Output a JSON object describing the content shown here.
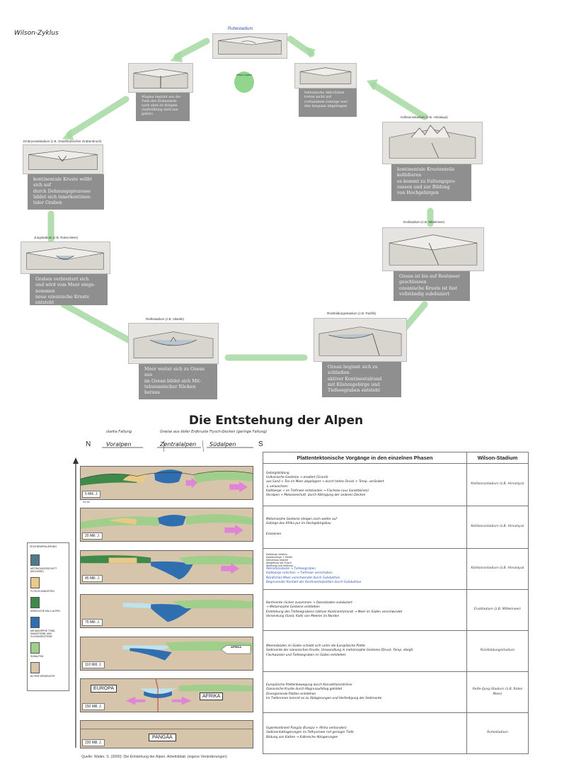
{
  "page": {
    "heading": "Wilson-Zyklus",
    "center_note": "Wilson-Zyklus"
  },
  "stages": [
    {
      "name": "Ruhestadium",
      "caption": []
    },
    {
      "name": "",
      "caption": [
        "Magma beginnt aus der",
        "Tiefe des Erdmantels",
        "nach oben zu dringen",
        "(Aufwölbung wird aus-",
        "gelöst)"
      ]
    },
    {
      "name": "",
      "caption": [
        "tektonische Aktivitäten",
        "treten nicht auf",
        "vorhandene Gebirge wer-",
        "den langsam abgetragen"
      ]
    },
    {
      "name": "Embryonalstadium (z.B. Ostafrikanischer Grabenbruch)",
      "caption": [
        "kontinentale Kruste wölbt",
        "sich auf",
        "durch Dehnungsprozesse",
        "bildet sich innerkontinen-",
        "taler Graben"
      ]
    },
    {
      "name": "Kollisionsstadium (z.B. Himalaya)",
      "caption": [
        "kontinentale Krustenteile",
        "kollidieren",
        "es kommt zu Faltungspro-",
        "zessen und zur Bildung",
        "von Hochgebirgen"
      ]
    },
    {
      "name": "Jungstadium (z.B. Rotes Meer)",
      "caption": [
        "Graben verbreitert sich",
        "und wird vom Meer einge-",
        "nommen",
        "neue ozeanische Kruste",
        "entsteht"
      ]
    },
    {
      "name": "Endstadium (z.B. Mittelmeer)",
      "caption": [
        "Ozean ist bis auf Restmeer",
        "geschlossen",
        "ozeanische Kruste ist fast",
        "vollständig subduziert"
      ]
    },
    {
      "name": "Reifestadium (z.B. Atlantik)",
      "caption": [
        "Meer weitet sich zu Ozean",
        "aus",
        "im Ozean bildet sich Mit-",
        "telozeanischer Rücken",
        "heraus"
      ]
    },
    {
      "name": "Rückbildungsstadium (z.B. Pazifik)",
      "caption": [
        "Ozean beginnt sich zu",
        "schließen",
        "aktiver Kontinentalrand",
        "mit Küstengebirge und",
        "Tiefseegraben entsteht"
      ]
    }
  ],
  "alps": {
    "title": "Die Entstehung der Alpen",
    "north": "N",
    "south": "S",
    "regions": [
      {
        "label": "Voralpen",
        "note": "starke Faltung"
      },
      {
        "label": "Zentralalpen",
        "note": "Gneise aus tiefer Erdkruste"
      },
      {
        "label": "Südalpen",
        "note": "Flysch-Decken (geringe Faltung)"
      }
    ],
    "sections": [
      {
        "age": "5 Mill. J.",
        "extra": "heute"
      },
      {
        "age": "20 Mill. J.",
        "extra": ""
      },
      {
        "age": "45 Mill. J.",
        "extra": ""
      },
      {
        "age": "75 Mill. J.",
        "extra": ""
      },
      {
        "age": "110 Mill. J.",
        "extra": ""
      },
      {
        "age": "150 Mill. J.",
        "extra": ""
      },
      {
        "age": "220 Mill. J.",
        "extra": ""
      }
    ],
    "map_labels": {
      "europa": "EUROPA",
      "afrika": "AFRIKA",
      "afrika_small": "AFRIKA",
      "pangaea": "PANGÄA"
    },
    "legend": {
      "title": "ZEICHENERKLÄRUNG",
      "items": [
        {
          "label": "ABTRAGUNGSSCHUTT (MOLASSE)",
          "color": "#4d7a8c"
        },
        {
          "label": "FLYSCH-SANDSTEIN",
          "color": "#e8c98a"
        },
        {
          "label": "NÖRDLICHE KALK-ALPEN",
          "color": "#3f8a4a"
        },
        {
          "label": "METAMORPHE TONE, SANDSTEINE UND VULKANGESTEINE",
          "color": "#2f6fb0"
        },
        {
          "label": "SÜDALPEN",
          "color": "#9fcf8a"
        },
        {
          "label": "ÄLTERE ERDKRUSTE",
          "color": "#d6c5ab"
        }
      ]
    },
    "table": {
      "headers": [
        "Plattentektonische Vorgänge in den einzelnen Phasen",
        "Wilson-Stadium"
      ],
      "rows": [
        {
          "lines": [
            "Gebirgsbildung",
            "Vulkanische Gesteine → erodiert (Granit)",
            "aus Sand + Ton im Meer abgelagert → durch hohen Druck + Temp. verändert",
            "↳ verwachsen",
            "Kalkberge → im Tiefmeer entstanden → Flachsee (aus Sandsteinen)",
            "Voralpen + Molasseschutt, durch Abtragung der anderen Decken"
          ],
          "stage": "Kollisionsstadium (z.B. Himalaya)"
        },
        {
          "lines": [
            "Metamorphe Gesteine steigen noch weiter auf",
            "Gebirge des Afrika pur im Hochgebirgsbau",
            "Erosionen"
          ],
          "stage": "Kollisionsstadium (z.B. Himalaya)"
        },
        {
          "lines": [
            "Kalkberge nördlich",
            "Gesteinsfolge + Zerfall",
            "Deckenbau beginnt",
            "Ablagerung der Flysch",
            "Auflösung und Senkung",
            "Akkretionskeile → Tiefseegraben",
            "Kalkberge rutschen → Tiefmeer verschoben",
            "Nördliches Meer verschwindet durch Subduktion",
            "Beginnender Kontakt der Kontinentalplatten durch Subduktion"
          ],
          "stage": "Kollisionsstadium (z.B. Himalaya)"
        },
        {
          "lines": [
            "Kontinente rücken zusammen → Ozeanboden subduziert",
            "→ Metamorphe Gesteine entstehen",
            "Entstehung des Tiefseegrabens (aktiver Kontinentalrand) → Meer im Süden verschwindet",
            "Versenkung (Sand, Kalk) von Meeren im Norden"
          ],
          "stage": "Endstadium (z.B. Mittelmeer)"
        },
        {
          "lines": [
            "Meeresboden im Süden schiebt sich unter die Europäische Platte",
            "Sedimente der ozeanischen Kruste, Umwandlung in metamorphe Gesteine (Druck, Temp. steigt)",
            "Flachwasser und Tiefseegraben im Süden entstehen"
          ],
          "stage": "Rückbildungsstadium"
        },
        {
          "lines": [
            "Europäische Plattenbewegung durch Konvektionsströme",
            "Ozeanische Kruste durch Magmaaufstieg gebildet",
            "Divergierende Platten entstehen",
            "Im Tiefenmeer kommt es zu Ablagerungen und Verfestigung der Sedimente"
          ],
          "stage": "Reife-/Jung-Stadium (z.B. Rotes Meer)"
        },
        {
          "lines": [
            "Superkontinent Pangäa (Europa + Afrika verbunden)",
            "Sedimentablagerungen im Tethysmeer mit geringer Tiefe",
            "Bildung von Kalken → Kalkreiche Ablagerungen"
          ],
          "stage": "Ruhestadium"
        }
      ]
    },
    "source": "Quelle: Walter, S. (2000): Die Entstehung der Alpen. Arbeitsblatt. (eigene Veränderungen)"
  }
}
